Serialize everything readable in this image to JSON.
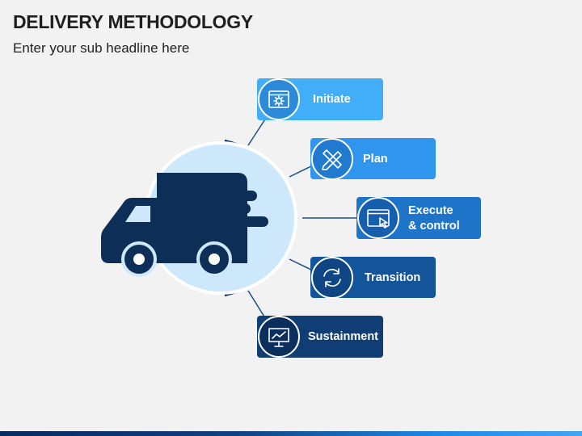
{
  "title": "DELIVERY METHODOLOGY",
  "subtitle": "Enter your sub headline here",
  "steps": [
    {
      "label": "Initiate",
      "icon": "settings-window-icon",
      "color": "#42aef7",
      "circle": "#2c8ad8"
    },
    {
      "label": "Plan",
      "icon": "pencil-ruler-icon",
      "color": "#2f95ee",
      "circle": "#1f7ad0"
    },
    {
      "label": "Execute\n& control",
      "icon": "cursor-window-icon",
      "color": "#1e74c9",
      "circle": "#155fae"
    },
    {
      "label": "Transition",
      "icon": "refresh-cycle-icon",
      "color": "#14549a",
      "circle": "#0f4583"
    },
    {
      "label": "Sustainment",
      "icon": "presentation-chart-icon",
      "color": "#0f3d74",
      "circle": "#0b2f5c"
    }
  ],
  "colors": {
    "truck": "#0d2e57",
    "truck_circle": "#cde8fb",
    "connector": "#1a4f8a"
  }
}
